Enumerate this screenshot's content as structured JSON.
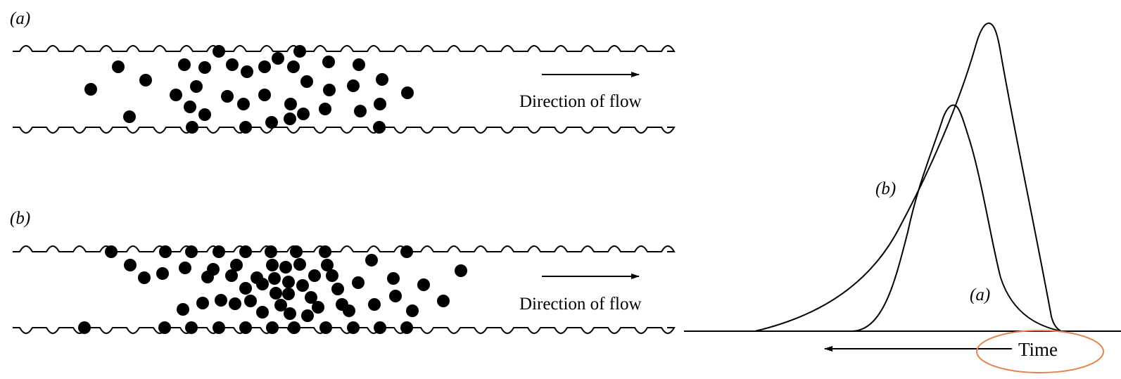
{
  "panels": [
    {
      "label": "(a)",
      "flow_text": "Direction of flow",
      "description": "sparse band of particles"
    },
    {
      "label": "(b)",
      "flow_text": "Direction of flow",
      "description": "dense band of particles"
    }
  ],
  "elution": {
    "peak_a_label": "(a)",
    "peak_b_label": "(b)",
    "axis_label": "Time",
    "highlight_color": "#e8824a"
  }
}
